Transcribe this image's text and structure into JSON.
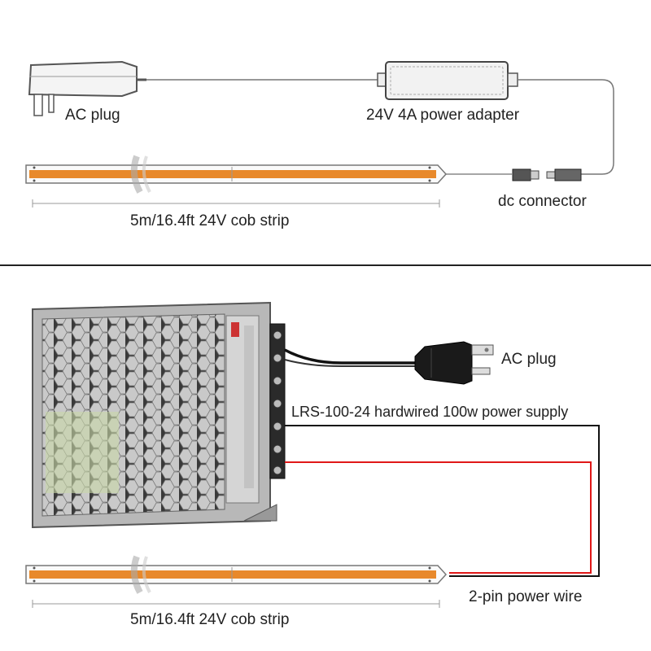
{
  "top_panel": {
    "ac_plug_label": "AC plug",
    "adapter_label": "24V 4A power adapter",
    "connector_label": "dc connector",
    "strip_label": "5m/16.4ft 24V cob strip"
  },
  "bottom_panel": {
    "ac_plug_label": "AC plug",
    "power_supply_label": "LRS-100-24 hardwired 100w power supply",
    "wire_label": "2-pin power wire",
    "strip_label": "5m/16.4ft 24V cob strip"
  },
  "colors": {
    "strip_orange": "#e8892b",
    "wire_red": "#e01818",
    "wire_black": "#111111",
    "adapter_gray": "#e9e9e9",
    "psu_metal": "#b8b8b8"
  },
  "icons": [
    "ac-plug-icon",
    "power-adapter-icon",
    "dc-connector-icon",
    "led-strip-icon",
    "power-supply-icon",
    "us-plug-icon"
  ]
}
